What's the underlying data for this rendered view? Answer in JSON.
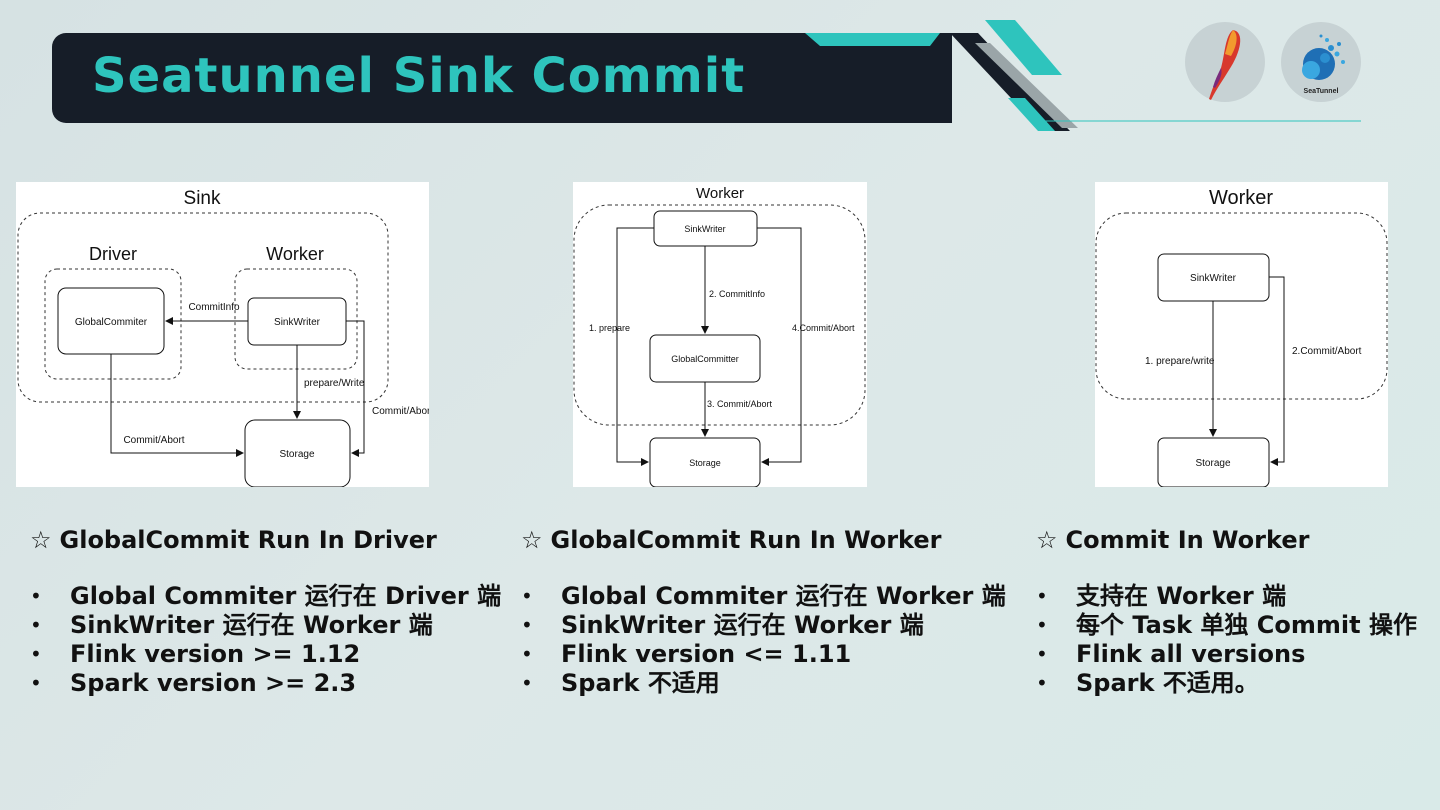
{
  "slide": {
    "title": "Seatunnel Sink Commit",
    "logos": {
      "seatunnel_label": "SeaTunnel"
    },
    "colors": {
      "title_bar": "#161d28",
      "accent": "#2ec4bd"
    }
  },
  "diagrams": [
    {
      "title": "Sink",
      "driver_label": "Driver",
      "worker_label": "Worker",
      "global_commiter": "GlobalCommiter",
      "sink_writer": "SinkWriter",
      "storage": "Storage",
      "edge_commitinfo": "CommitInfo",
      "edge_prepare_write": "prepare/Write",
      "edge_commit_abort_left": "Commit/Abort",
      "edge_commit_abort_right": "Commit/Abort"
    },
    {
      "title": "Worker",
      "sink_writer": "SinkWriter",
      "global_committer": "GlobalCommitter",
      "storage": "Storage",
      "edge_prepare": "1. prepare",
      "edge_commitinfo": "2. CommitInfo",
      "edge_commit_abort_mid": "3. Commit/Abort",
      "edge_commit_abort_right": "4.Commit/Abort"
    },
    {
      "title": "Worker",
      "sink_writer": "SinkWriter",
      "storage": "Storage",
      "edge_prepare_write": "1. prepare/write",
      "edge_commit_abort": "2.Commit/Abort"
    }
  ],
  "sections": [
    {
      "star": "☆",
      "title": "GlobalCommit Run In Driver",
      "bullets": [
        "Global Commiter  运行在  Driver  端",
        "SinkWriter  运行在  Worker  端",
        "Flink version >= 1.12",
        "Spark version >= 2.3"
      ]
    },
    {
      "star": "☆",
      "title": "GlobalCommit Run In Worker",
      "bullets": [
        "Global Commiter  运行在  Worker  端",
        "SinkWriter  运行在  Worker  端",
        "Flink version <= 1.11",
        "Spark  不适用"
      ]
    },
    {
      "star": "☆",
      "title": "Commit In Worker",
      "bullets": [
        "支持在  Worker  端",
        "每个  Task  单独  Commit  操作",
        "Flink all versions",
        "Spark  不适用。"
      ]
    }
  ]
}
